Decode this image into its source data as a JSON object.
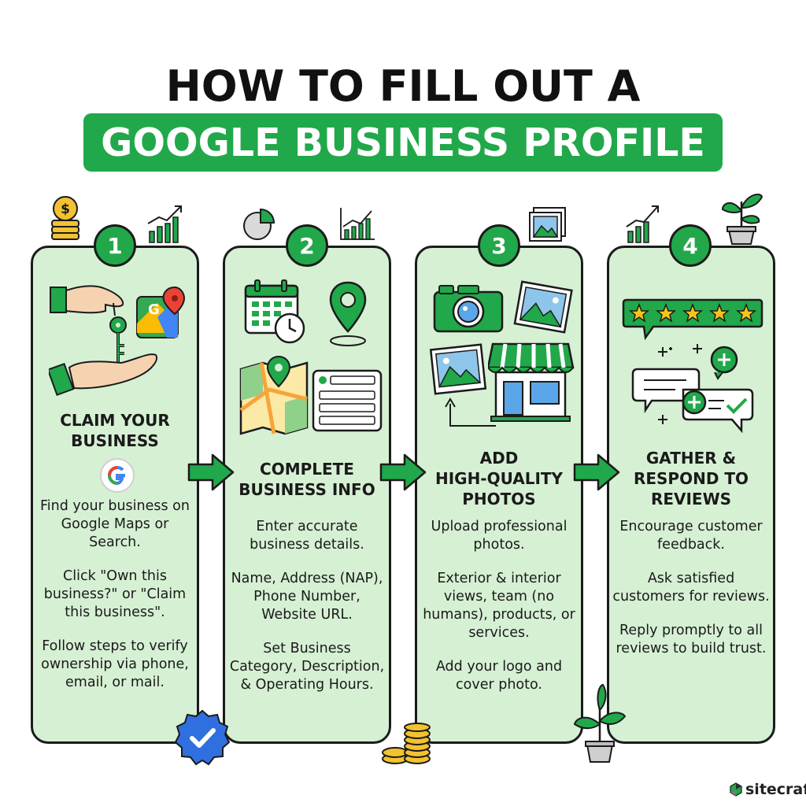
{
  "title": {
    "line1": "HOW TO FILL OUT A",
    "line2": "GOOGLE BUSINESS PROFILE"
  },
  "steps": [
    {
      "number": "1",
      "heading": [
        "CLAIM YOUR",
        "BUSINESS"
      ],
      "paragraphs": [
        "Find your business on Google Maps or Search.",
        "Click \"Own this business?\" or \"Claim this business\".",
        "Follow steps to verify ownership via phone, email, or mail."
      ]
    },
    {
      "number": "2",
      "heading": [
        "COMPLETE",
        "BUSINESS INFO"
      ],
      "paragraphs": [
        "Enter accurate business details.",
        "Name, Address (NAP), Phone Number, Website URL.",
        "Set Business Category, Description, & Operating Hours."
      ]
    },
    {
      "number": "3",
      "heading": [
        "ADD",
        "HIGH-QUALITY",
        "PHOTOS"
      ],
      "paragraphs": [
        "Upload professional photos.",
        "Exterior & interior views, team (no humans), products, or services.",
        "Add your logo and cover photo."
      ]
    },
    {
      "number": "4",
      "heading": [
        "GATHER &",
        "RESPOND TO",
        "REVIEWS"
      ],
      "paragraphs": [
        "Encourage customer feedback.",
        "Ask satisfied customers for reviews.",
        "Reply promptly to all reviews to build trust."
      ]
    }
  ],
  "brand": {
    "name": "sitecraf"
  },
  "colors": {
    "accent_green": "#21a84a",
    "card_fill": "#d6f0d4",
    "outline": "#1b1b1b",
    "verified_blue": "#2f6fe0"
  },
  "icons": [
    "coin-stack-icon",
    "growth-chart-icon",
    "hand-key-icon",
    "google-maps-icon",
    "google-g-icon",
    "calendar-icon",
    "clock-icon",
    "location-pin-icon",
    "map-icon",
    "form-card-icon",
    "pie-chart-icon",
    "camera-icon",
    "photo-frame-icon",
    "storefront-icon",
    "star-rating-icon",
    "chat-bubble-icon",
    "plant-icon",
    "verified-badge-icon"
  ]
}
